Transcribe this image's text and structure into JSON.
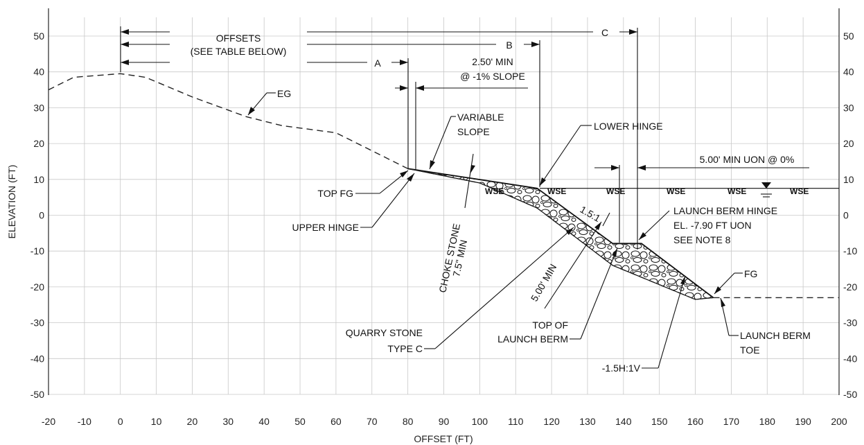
{
  "chart_data": {
    "type": "cross-section",
    "xlabel": "OFFSET (FT)",
    "ylabel": "ELEVATION (FT)",
    "xlim": [
      -20,
      200
    ],
    "ylim": [
      -50,
      50
    ],
    "x_ticks": [
      "-20",
      "-10",
      "0",
      "10",
      "20",
      "30",
      "40",
      "50",
      "60",
      "70",
      "80",
      "90",
      "100",
      "110",
      "120",
      "130",
      "140",
      "150",
      "160",
      "170",
      "180",
      "190",
      "200"
    ],
    "y_ticks": [
      "50",
      "40",
      "30",
      "20",
      "10",
      "0",
      "-10",
      "-20",
      "-30",
      "-40",
      "-50"
    ],
    "existing_ground": [
      [
        -20,
        35
      ],
      [
        -13,
        38.5
      ],
      [
        0,
        39.5
      ],
      [
        7,
        38.5
      ],
      [
        20,
        33
      ],
      [
        35,
        27.5
      ],
      [
        45,
        25
      ],
      [
        60,
        23
      ],
      [
        80,
        13
      ]
    ],
    "finished_grade": [
      [
        80,
        13
      ],
      [
        116,
        7.5
      ],
      [
        137,
        -7.9
      ],
      [
        145,
        -7.9
      ],
      [
        165,
        -23
      ],
      [
        200,
        -23
      ]
    ],
    "stone_bottom": [
      [
        80,
        13
      ],
      [
        100,
        9
      ],
      [
        116,
        2
      ],
      [
        137,
        -14
      ],
      [
        160,
        -23.5
      ],
      [
        165,
        -23
      ]
    ],
    "water_surface_elevation": 7.5
  },
  "labels": {
    "offsets": "OFFSETS",
    "see_table": "(SEE TABLE BELOW)",
    "a": "A",
    "b": "B",
    "c": "C",
    "min_250_line1": "2.50' MIN",
    "min_250_line2": "@ -1% SLOPE",
    "eg": "EG",
    "variable_slope_line1": "VARIABLE",
    "variable_slope_line2": "SLOPE",
    "lower_hinge": "LOWER HINGE",
    "min_500_uon": "5.00' MIN UON @ 0%",
    "top_fg": "TOP FG",
    "upper_hinge": "UPPER HINGE",
    "wse": "WSE",
    "slope_15": "1.5:1",
    "launch_berm_hinge_line1": "LAUNCH BERM HINGE",
    "launch_berm_hinge_line2": "EL. -7.90 FT UON",
    "launch_berm_hinge_line3": "SEE NOTE 8",
    "choke_stone_line1": "CHOKE STONE",
    "choke_stone_line2": "7.5\" MIN",
    "min_500": "5.00' MIN",
    "fg": "FG",
    "quarry_stone_line1": "QUARRY STONE",
    "quarry_stone_line2": "TYPE C",
    "top_launch_line1": "TOP OF",
    "top_launch_line2": "LAUNCH BERM",
    "launch_toe_line1": "LAUNCH BERM",
    "launch_toe_line2": "TOE",
    "slope_15h1v": "-1.5H:1V"
  }
}
